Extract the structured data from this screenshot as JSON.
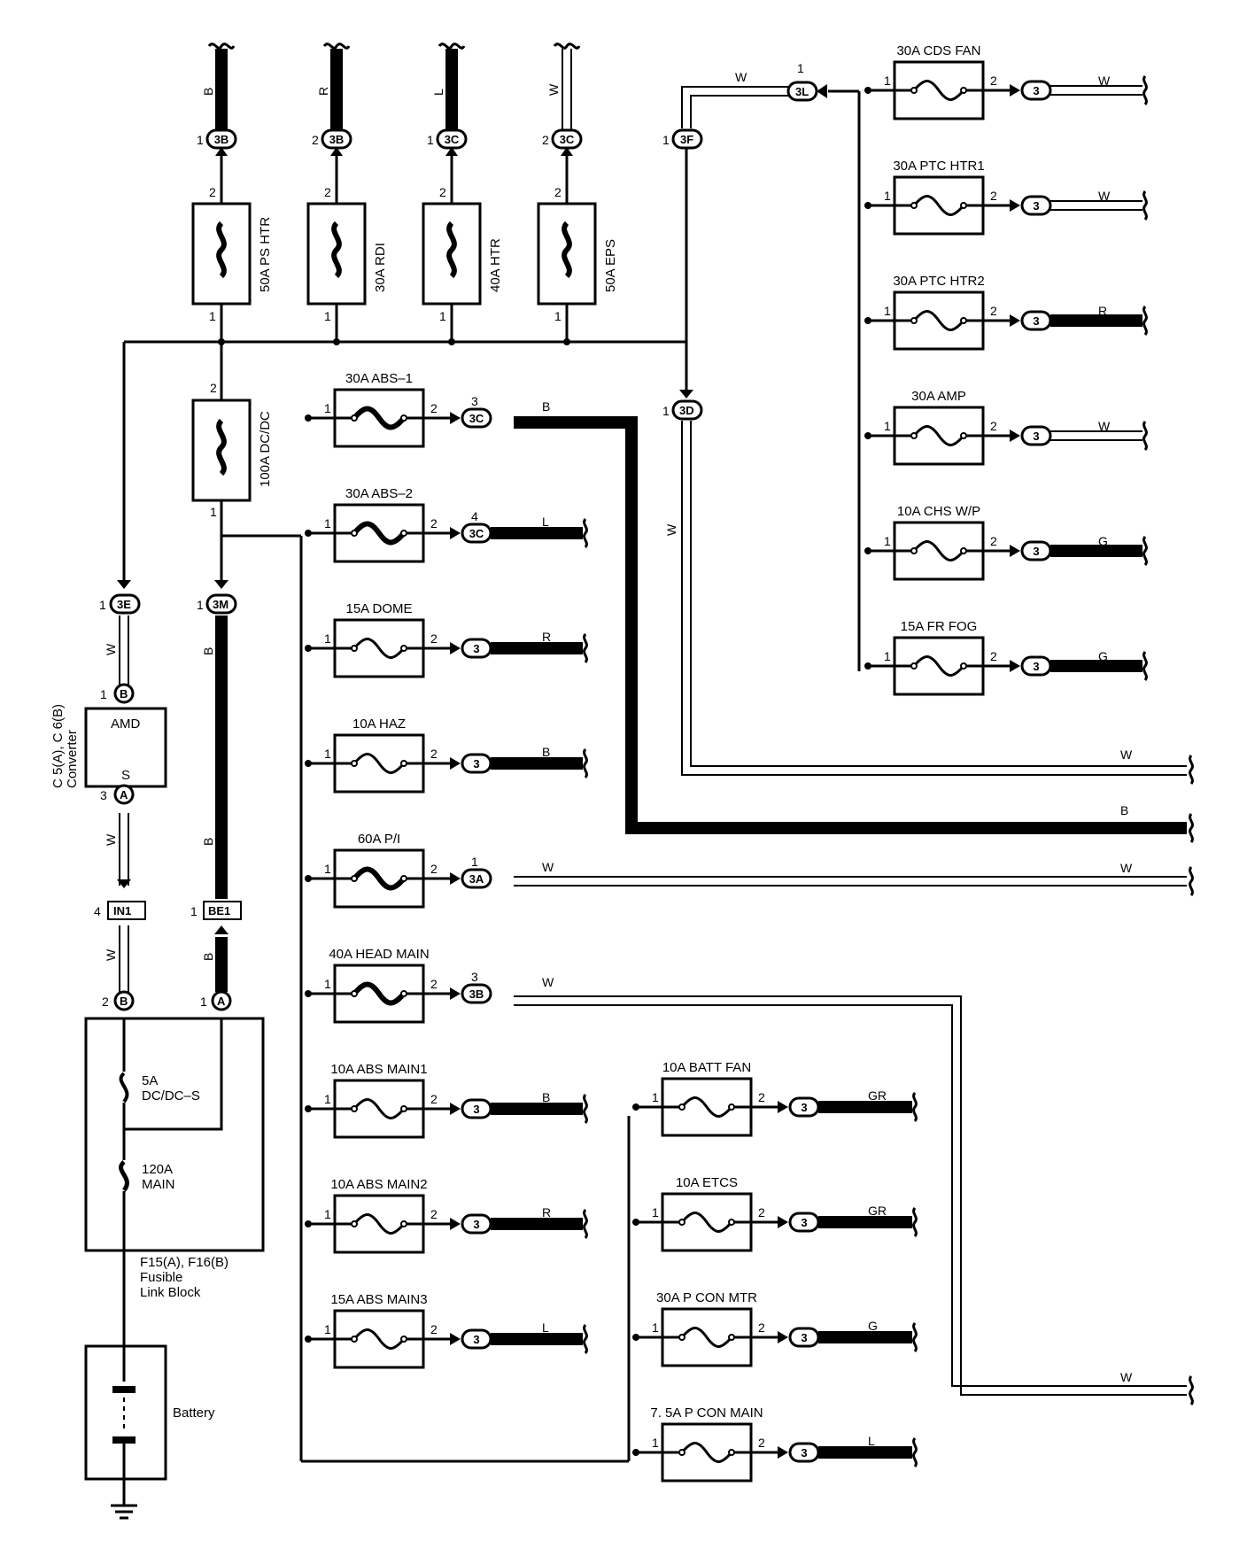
{
  "top_fuses": [
    {
      "label": "50A PS HTR",
      "conn": "3B",
      "pin_top": "1",
      "pin_in": "2",
      "pin_out": "1",
      "wire": "B"
    },
    {
      "label": "30A RDI",
      "conn": "3B",
      "pin_top": "2",
      "pin_in": "2",
      "pin_out": "1",
      "wire": "R"
    },
    {
      "label": "40A HTR",
      "conn": "3C",
      "pin_top": "1",
      "pin_in": "2",
      "pin_out": "1",
      "wire": "L"
    },
    {
      "label": "50A EPS",
      "conn": "3C",
      "pin_top": "2",
      "pin_in": "2",
      "pin_out": "1",
      "wire": "W"
    }
  ],
  "right_fuses": [
    {
      "label": "30A CDS FAN",
      "pin_in": "1",
      "pin_out": "2",
      "conn": "3",
      "wire": "W"
    },
    {
      "label": "30A PTC HTR1",
      "pin_in": "1",
      "pin_out": "2",
      "conn": "3",
      "wire": "W"
    },
    {
      "label": "30A PTC HTR2",
      "pin_in": "1",
      "pin_out": "2",
      "conn": "3",
      "wire": "R"
    },
    {
      "label": "30A AMP",
      "pin_in": "1",
      "pin_out": "2",
      "conn": "3",
      "wire": "W"
    },
    {
      "label": "10A CHS W/P",
      "pin_in": "1",
      "pin_out": "2",
      "conn": "3",
      "wire": "G"
    },
    {
      "label": "15A FR FOG",
      "pin_in": "1",
      "pin_out": "2",
      "conn": "3",
      "wire": "G"
    }
  ],
  "mid_fuses": [
    {
      "label": "30A ABS–1",
      "pin_in": "1",
      "pin_out": "2",
      "conn": "3C",
      "conn_pin": "3",
      "wire": "B"
    },
    {
      "label": "30A ABS–2",
      "pin_in": "1",
      "pin_out": "2",
      "conn": "3C",
      "conn_pin": "4",
      "wire": "L"
    },
    {
      "label": "15A DOME",
      "pin_in": "1",
      "pin_out": "2",
      "conn": "3",
      "conn_pin": "",
      "wire": "R"
    },
    {
      "label": "10A HAZ",
      "pin_in": "1",
      "pin_out": "2",
      "conn": "3",
      "conn_pin": "",
      "wire": "B"
    },
    {
      "label": "60A P/I",
      "pin_in": "1",
      "pin_out": "2",
      "conn": "3A",
      "conn_pin": "1",
      "wire": "W"
    },
    {
      "label": "40A HEAD MAIN",
      "pin_in": "1",
      "pin_out": "2",
      "conn": "3B",
      "conn_pin": "3",
      "wire": "W"
    },
    {
      "label": "10A ABS MAIN1",
      "pin_in": "1",
      "pin_out": "2",
      "conn": "3",
      "conn_pin": "",
      "wire": "B"
    },
    {
      "label": "10A ABS MAIN2",
      "pin_in": "1",
      "pin_out": "2",
      "conn": "3",
      "conn_pin": "",
      "wire": "R"
    },
    {
      "label": "15A ABS MAIN3",
      "pin_in": "1",
      "pin_out": "2",
      "conn": "3",
      "conn_pin": "",
      "wire": "L"
    }
  ],
  "lower_fuses": [
    {
      "label": "10A BATT FAN",
      "pin_in": "1",
      "pin_out": "2",
      "conn": "3",
      "wire": "GR"
    },
    {
      "label": "10A ETCS",
      "pin_in": "1",
      "pin_out": "2",
      "conn": "3",
      "wire": "GR"
    },
    {
      "label": "30A P CON MTR",
      "pin_in": "1",
      "pin_out": "2",
      "conn": "3",
      "wire": "G"
    },
    {
      "label": "7. 5A P CON MAIN",
      "pin_in": "1",
      "pin_out": "2",
      "conn": "3",
      "wire": "L"
    }
  ],
  "dcdc": {
    "label": "100A DC/DC",
    "pin_in": "2",
    "pin_out": "1"
  },
  "connectors": {
    "c3F": {
      "id": "3F",
      "pin": "1"
    },
    "c3L": {
      "id": "3L",
      "pin": "1"
    },
    "c3D": {
      "id": "3D",
      "pin": "1"
    },
    "c3E": {
      "id": "3E",
      "pin": "1"
    },
    "c3M": {
      "id": "3M",
      "pin": "1"
    },
    "in1": {
      "id": "IN1",
      "pin": "4"
    },
    "be1": {
      "id": "BE1",
      "pin": "1"
    },
    "conv_b": {
      "id": "B",
      "pin": "1"
    },
    "conv_a": {
      "id": "A",
      "pin": "3"
    },
    "fl_b": {
      "id": "B",
      "pin": "2"
    },
    "fl_a": {
      "id": "A",
      "pin": "1"
    }
  },
  "wires": {
    "w_3l": "W",
    "w_3d": "W",
    "w_3e": "W",
    "w_3m": "B",
    "w_conv": "W",
    "w_in1": "W",
    "w_be1": "B",
    "w_be1b": "B",
    "w_bus_b": "B",
    "w_out_w1": "W",
    "w_out_w2": "W",
    "w_out_w3": "W",
    "w_out_b": "B"
  },
  "converter": {
    "name": "AMD",
    "terminal": "S",
    "caption1": "C 5(A), C 6(B)",
    "caption2": "Converter"
  },
  "fusible_link": {
    "fuse1_amp": "5A",
    "fuse1_name": "DC/DC–S",
    "fuse2_amp": "120A",
    "fuse2_name": "MAIN",
    "caption1": "F15(A), F16(B)",
    "caption2": "Fusible",
    "caption3": "Link Block"
  },
  "battery": {
    "label": "Battery"
  },
  "colors": {
    "wire": "#000000",
    "background": "#ffffff"
  }
}
